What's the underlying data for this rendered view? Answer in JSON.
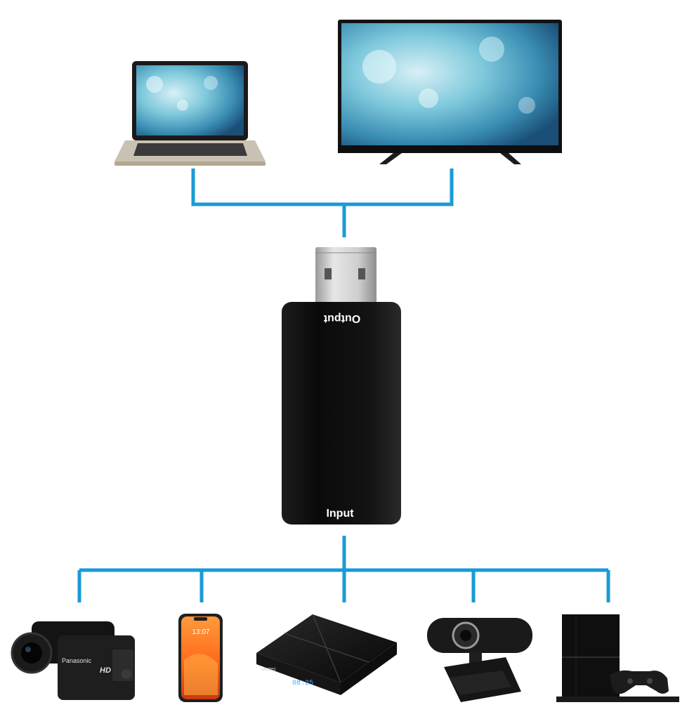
{
  "labels": {
    "output": "Output",
    "input": "Input",
    "camcorder_brand": "Panasonic",
    "camcorder_hd": "HD",
    "phone_time": "13:07",
    "box_brand": "unotec",
    "box_display": "08:25"
  },
  "colors": {
    "connector_line": "#1a9ad6",
    "adapter_body": "#0c0c0c",
    "usb_metal": "#c8c8c8"
  },
  "output_devices": [
    {
      "icon": "laptop-icon"
    },
    {
      "icon": "tv-icon"
    }
  ],
  "input_devices": [
    {
      "icon": "camcorder-icon"
    },
    {
      "icon": "smartphone-icon"
    },
    {
      "icon": "tv-box-icon"
    },
    {
      "icon": "webcam-icon"
    },
    {
      "icon": "game-console-icon"
    }
  ]
}
